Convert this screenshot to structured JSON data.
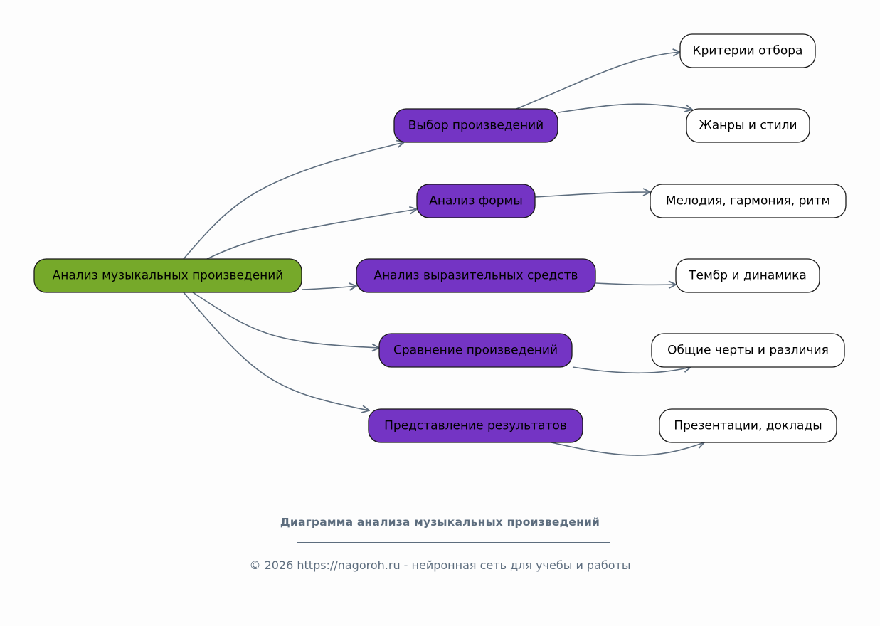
{
  "diagram": {
    "root": {
      "id": "root",
      "label": "Анализ музыкальных произведений",
      "color": "#76a92a"
    },
    "branch_color": "#7434c4",
    "leaf_color": "#ffffff",
    "edge_color": "#5d6d7e",
    "branches": [
      {
        "id": "b1",
        "label": "Выбор произведений",
        "children": [
          {
            "id": "l1a",
            "label": "Критерии отбора"
          },
          {
            "id": "l1b",
            "label": "Жанры и стили"
          }
        ]
      },
      {
        "id": "b2",
        "label": "Анализ формы",
        "children": [
          {
            "id": "l2",
            "label": "Мелодия, гармония, ритм"
          }
        ]
      },
      {
        "id": "b3",
        "label": "Анализ выразительных средств",
        "children": [
          {
            "id": "l3",
            "label": "Тембр и динамика"
          }
        ]
      },
      {
        "id": "b4",
        "label": "Сравнение произведений",
        "children": [
          {
            "id": "l4",
            "label": "Общие черты и различия"
          }
        ]
      },
      {
        "id": "b5",
        "label": "Представление результатов",
        "children": [
          {
            "id": "l5",
            "label": "Презентации, доклады"
          }
        ]
      }
    ]
  },
  "footer": {
    "title": "Диаграмма анализа музыкальных произведений",
    "copyright": "© 2026 https://nagoroh.ru - нейронная сеть для учебы и работы"
  }
}
